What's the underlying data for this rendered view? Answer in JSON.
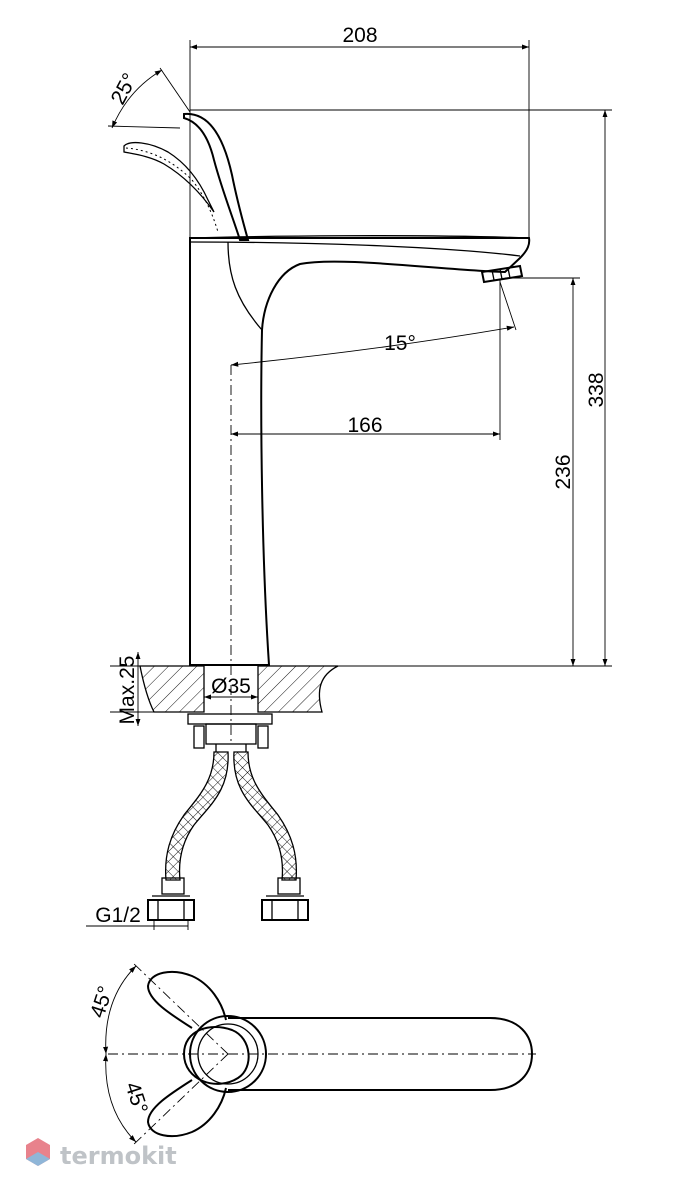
{
  "dimensions": {
    "width_top": "208",
    "height_total": "338",
    "spout_height": "236",
    "spout_reach": "166",
    "spout_swivel_angle": "15°",
    "handle_tilt_angle": "25°",
    "mount_hole": "Ø35",
    "max_countertop": "Max.25",
    "hose_thread": "G1/2",
    "handle_rotation_upper": "45°",
    "handle_rotation_lower": "45°"
  },
  "watermark": {
    "text": "termokit",
    "logo_icon": "hexagon-logo-icon",
    "color": "#bfc3c7",
    "logo_colors": [
      "#e8828c",
      "#8fb6d8"
    ]
  }
}
